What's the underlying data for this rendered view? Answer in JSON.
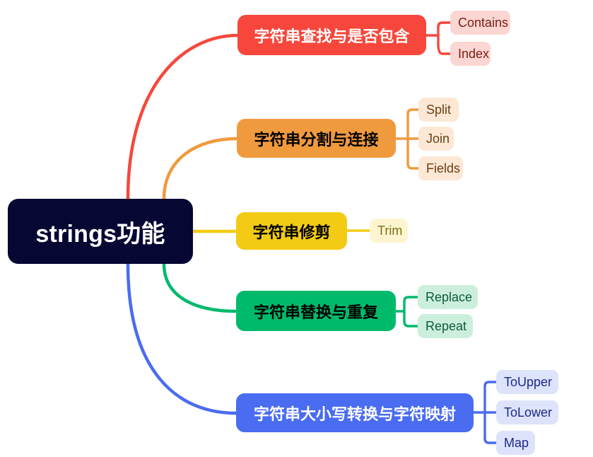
{
  "diagram": {
    "type": "mindmap",
    "background_color": "#ffffff",
    "root": {
      "label": "strings功能",
      "fill": "#070733",
      "text_color": "#ffffff"
    },
    "branches": [
      {
        "id": "find",
        "label": "字符串查找与是否包含",
        "fill": "#f7473c",
        "text_color": "#ffffff",
        "leaf_fill": "#fbd6d2",
        "leaf_text_color": "#7a1c14",
        "leaves": [
          {
            "label": "Contains"
          },
          {
            "label": "Index"
          }
        ]
      },
      {
        "id": "split-join",
        "label": "字符串分割与连接",
        "fill": "#f09a3e",
        "text_color": "#000000",
        "leaf_fill": "#fce8d4",
        "leaf_text_color": "#6b3f13",
        "leaves": [
          {
            "label": "Split"
          },
          {
            "label": "Join"
          },
          {
            "label": "Fields"
          }
        ]
      },
      {
        "id": "trim",
        "label": "字符串修剪",
        "fill": "#f3cb15",
        "text_color": "#000000",
        "leaf_fill": "#fdf5d0",
        "leaf_text_color": "#7d7018",
        "leaves": [
          {
            "label": "Trim"
          }
        ]
      },
      {
        "id": "replace-repeat",
        "label": "字符串替换与重复",
        "fill": "#00ba6c",
        "text_color": "#000000",
        "leaf_fill": "#ccefdd",
        "leaf_text_color": "#0d5c3c",
        "leaves": [
          {
            "label": "Replace"
          },
          {
            "label": "Repeat"
          }
        ]
      },
      {
        "id": "case-map",
        "label": "字符串大小写转换与字符映射",
        "fill": "#4a6cf0",
        "text_color": "#ffffff",
        "leaf_fill": "#dde3fb",
        "leaf_text_color": "#1d2a86",
        "leaves": [
          {
            "label": "ToUpper"
          },
          {
            "label": "ToLower"
          },
          {
            "label": "Map"
          }
        ]
      }
    ]
  }
}
